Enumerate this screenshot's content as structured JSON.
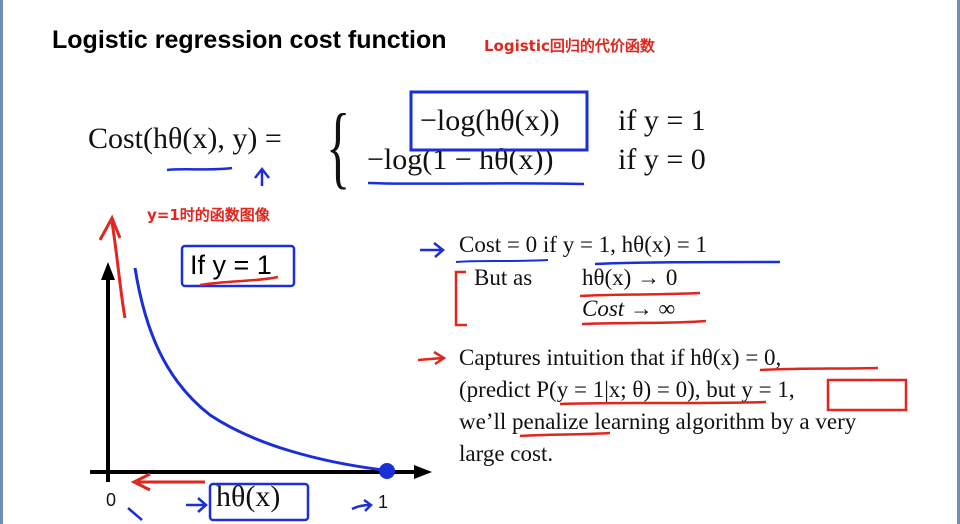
{
  "title": "Logistic regression cost function",
  "title_cn": "Logistic回归的代价函数",
  "equation": {
    "lhs": "Cost(hθ(x), y) =",
    "case1_expr": "−log(hθ(x))",
    "case1_cond": "if y = 1",
    "case2_expr": "−log(1 − hθ(x))",
    "case2_cond": "if y = 0"
  },
  "graph": {
    "caption_cn": "y=1时的函数图像",
    "if_label": "If y = 1",
    "x_tick_0": "0",
    "x_tick_1": "1",
    "x_label": "hθ(x)"
  },
  "notes": {
    "note1": "Cost = 0 if y = 1, hθ(x) = 1",
    "note2_prefix": "But as",
    "note2_expr": "hθ(x) → 0",
    "note3": "Cost → ∞",
    "para_line1": "Captures intuition that if hθ(x) = 0,",
    "para_line2": "(predict P(y = 1|x; θ) = 0), but y = 1,",
    "para_line3": "we’ll penalize learning algorithm by a very",
    "para_line4": "large cost."
  },
  "colors": {
    "annotation_blue": "#1a2fd6",
    "annotation_red": "#e0261f",
    "text": "#111111"
  }
}
